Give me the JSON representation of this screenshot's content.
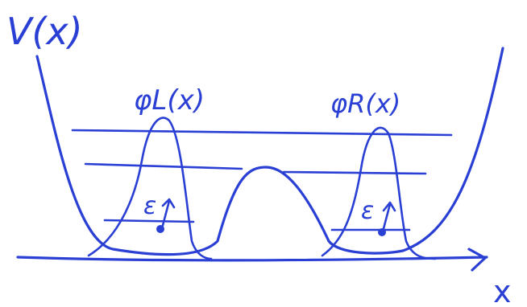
{
  "labels": {
    "potential": "V(x)",
    "phi_left": "φL(x)",
    "phi_right": "φR(x)",
    "epsilon_left": "ε",
    "epsilon_right": "ε",
    "x_axis": "x"
  },
  "colors": {
    "ink": "#2a3fd4",
    "background": "#ffffff"
  }
}
